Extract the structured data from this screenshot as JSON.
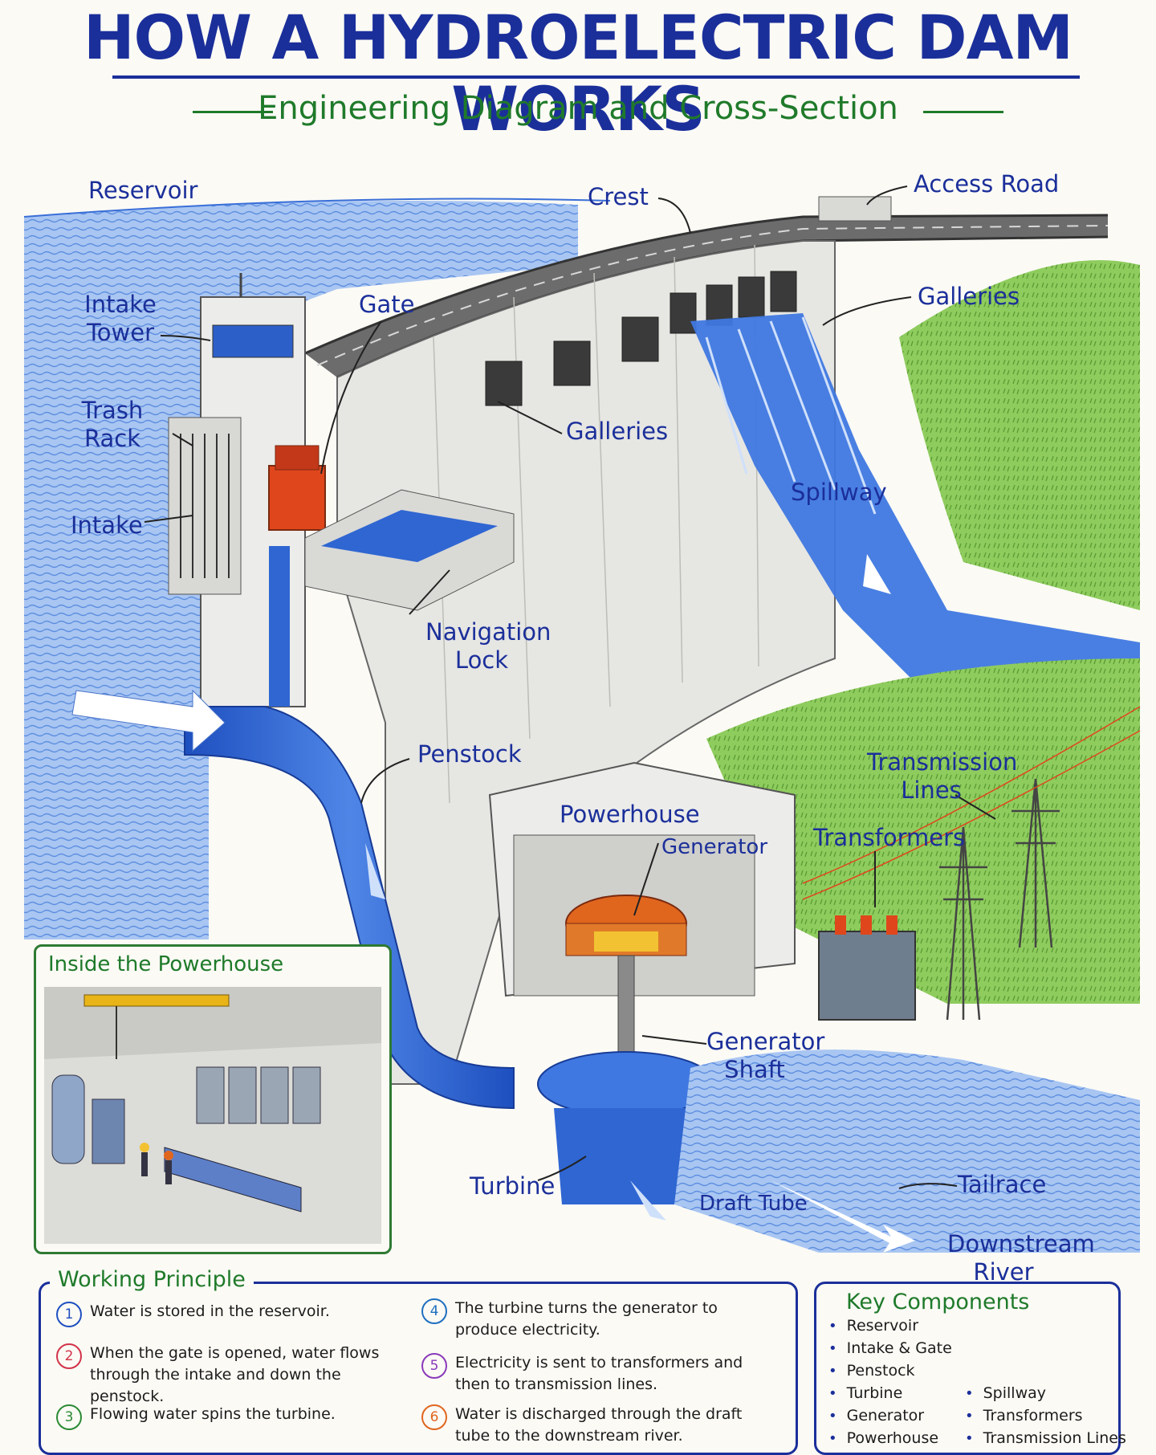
{
  "header": {
    "title": "HOW A HYDROELECTRIC DAM WORKS",
    "subtitle": "Engineering Diagram and Cross-Section"
  },
  "labels": {
    "reservoir": "Reservoir",
    "crest": "Crest",
    "access_road": "Access Road",
    "intake_tower_1": "Intake",
    "intake_tower_2": "Tower",
    "gate": "Gate",
    "galleries_top": "Galleries",
    "trash_rack_1": "Trash",
    "trash_rack_2": "Rack",
    "galleries_mid": "Galleries",
    "intake": "Intake",
    "spillway": "Spillway",
    "navigation_lock_1": "Navigation",
    "navigation_lock_2": "Lock",
    "penstock": "Penstock",
    "transmission_lines_1": "Transmission",
    "transmission_lines_2": "Lines",
    "powerhouse": "Powerhouse",
    "generator": "Generator",
    "transformers": "Transformers",
    "generator_shaft_1": "Generator",
    "generator_shaft_2": "Shaft",
    "turbine": "Turbine",
    "draft_tube": "Draft Tube",
    "tailrace": "Tailrace",
    "downstream_river_1": "Downstream",
    "downstream_river_2": "River"
  },
  "inset": {
    "title": "Inside the Powerhouse"
  },
  "working_principle": {
    "title": "Working Principle",
    "steps": [
      {
        "num": "1",
        "color": "#1f4fc0",
        "text": "Water is stored in the reservoir."
      },
      {
        "num": "2",
        "color": "#d2324a",
        "text": "When the gate is opened, water flows through the intake and down the penstock."
      },
      {
        "num": "3",
        "color": "#2b8a34",
        "text": "Flowing water spins the turbine."
      },
      {
        "num": "4",
        "color": "#1f6fc0",
        "text": "The turbine turns the generator to produce electricity."
      },
      {
        "num": "5",
        "color": "#8a3ab9",
        "text": "Electricity is sent to transformers and then to transmission lines."
      },
      {
        "num": "6",
        "color": "#e0661e",
        "text": "Water is discharged through the draft tube to the downstream river."
      }
    ]
  },
  "key_components": {
    "title": "Key Components",
    "col1": [
      "Reservoir",
      "Intake & Gate",
      "Penstock",
      "Turbine",
      "Generator",
      "Powerhouse"
    ],
    "col2": [
      "Spillway",
      "Transformers",
      "Transmission Lines"
    ]
  },
  "colors": {
    "title": "#1b2f9a",
    "subtitle": "#1f7a2a",
    "water": "#2f66d2",
    "water_light": "#8fb4ee",
    "concrete": "#e6e6e3",
    "gate": "#e0461c",
    "grass": "#7cc252"
  }
}
